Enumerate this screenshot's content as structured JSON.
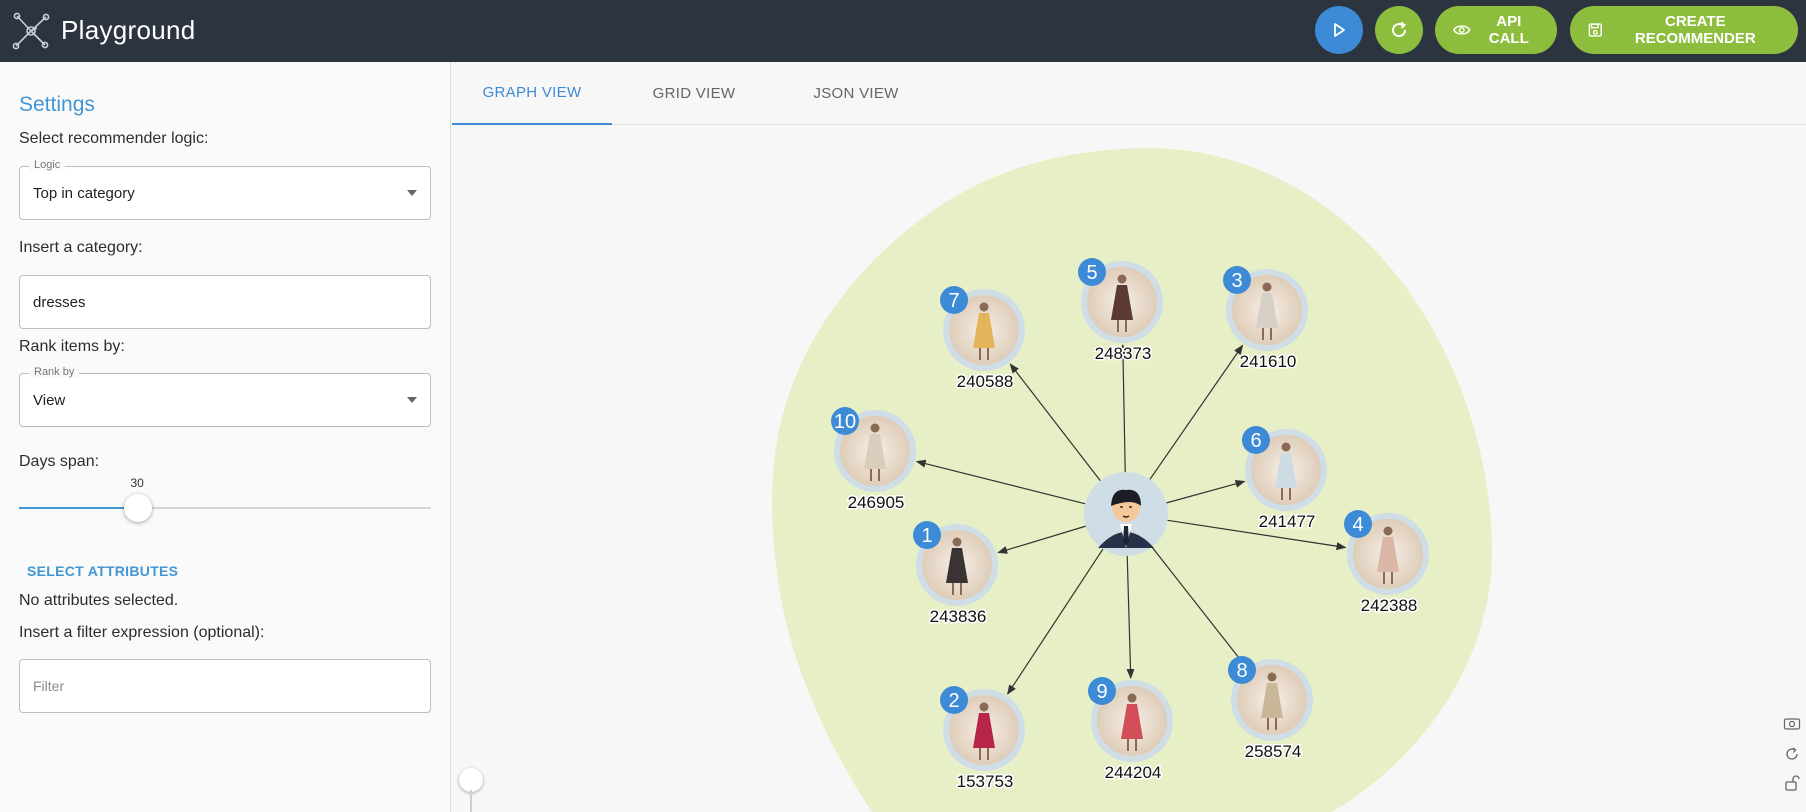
{
  "app": {
    "title": "Playground"
  },
  "toolbar": {
    "api_call_label": "API CALL",
    "create_label": "CREATE RECOMMENDER"
  },
  "sidebar": {
    "title": "Settings",
    "logic_label": "Select recommender logic:",
    "logic_legend": "Logic",
    "logic_value": "Top in category",
    "category_label": "Insert a category:",
    "category_value": "dresses",
    "rank_label": "Rank items by:",
    "rank_legend": "Rank by",
    "rank_value": "View",
    "days_label": "Days span:",
    "days_value": "30",
    "days_fraction": 0.29,
    "select_attributes": "SELECT ATTRIBUTES",
    "no_attributes": "No attributes selected.",
    "filter_label": "Insert a filter expression (optional):",
    "filter_placeholder": "Filter"
  },
  "tabs": [
    "GRAPH VIEW",
    "GRID VIEW",
    "JSON VIEW"
  ],
  "graph": {
    "items": [
      {
        "rank": "1",
        "id": "243836"
      },
      {
        "rank": "2",
        "id": "153753"
      },
      {
        "rank": "3",
        "id": "241610"
      },
      {
        "rank": "4",
        "id": "242388"
      },
      {
        "rank": "5",
        "id": "248373"
      },
      {
        "rank": "6",
        "id": "241477"
      },
      {
        "rank": "7",
        "id": "240588"
      },
      {
        "rank": "8",
        "id": "258574"
      },
      {
        "rank": "9",
        "id": "244204"
      },
      {
        "rank": "10",
        "id": "246905"
      }
    ]
  },
  "colors": {
    "accent": "#4196d3",
    "green": "#8dbd3c",
    "topbar": "#2c3440",
    "blob": "#e6efc6"
  }
}
